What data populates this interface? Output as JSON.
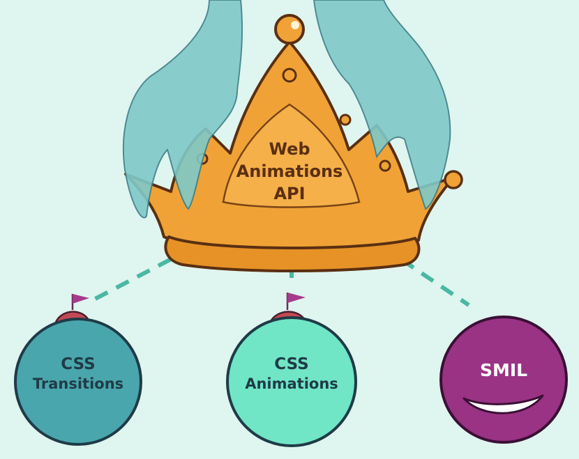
{
  "crown": {
    "line1": "Web",
    "line2": "Animations",
    "line3": "API",
    "color": "#f0a236",
    "outline": "#5a2f12"
  },
  "nodes": {
    "css_transitions": {
      "line1": "CSS",
      "line2": "Transitions",
      "color": "#4aa6ad",
      "text_color": "#1f3b47"
    },
    "css_animations": {
      "line1": "CSS",
      "line2": "Animations",
      "color": "#70e6c6",
      "text_color": "#1f3b47"
    },
    "smil": {
      "label": "SMIL",
      "color": "#9a3384",
      "text_color": "#ffffff"
    }
  },
  "connector_color": "#4ab8a3",
  "hand_color": "#7fc9c9",
  "flag_color": "#a63b8c"
}
